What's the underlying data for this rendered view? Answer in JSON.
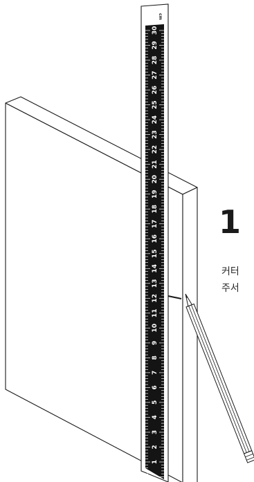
{
  "step": {
    "number": "1",
    "caption_lines": [
      "커터",
      "주서"
    ]
  },
  "ruler": {
    "unit": "cm",
    "numbers": [
      "1",
      "2",
      "3",
      "4",
      "5",
      "6",
      "7",
      "8",
      "9",
      "10",
      "11",
      "12",
      "13",
      "14",
      "15",
      "16",
      "17",
      "18",
      "19",
      "20",
      "21",
      "22",
      "23",
      "24",
      "25",
      "26",
      "27",
      "28",
      "29",
      "30"
    ]
  },
  "colors": {
    "line": "#1a1a1a",
    "ruler_scale": "#141414",
    "background": "#ffffff"
  },
  "icons": {
    "pencil": "pencil-icon",
    "ruler": "ruler-icon"
  }
}
